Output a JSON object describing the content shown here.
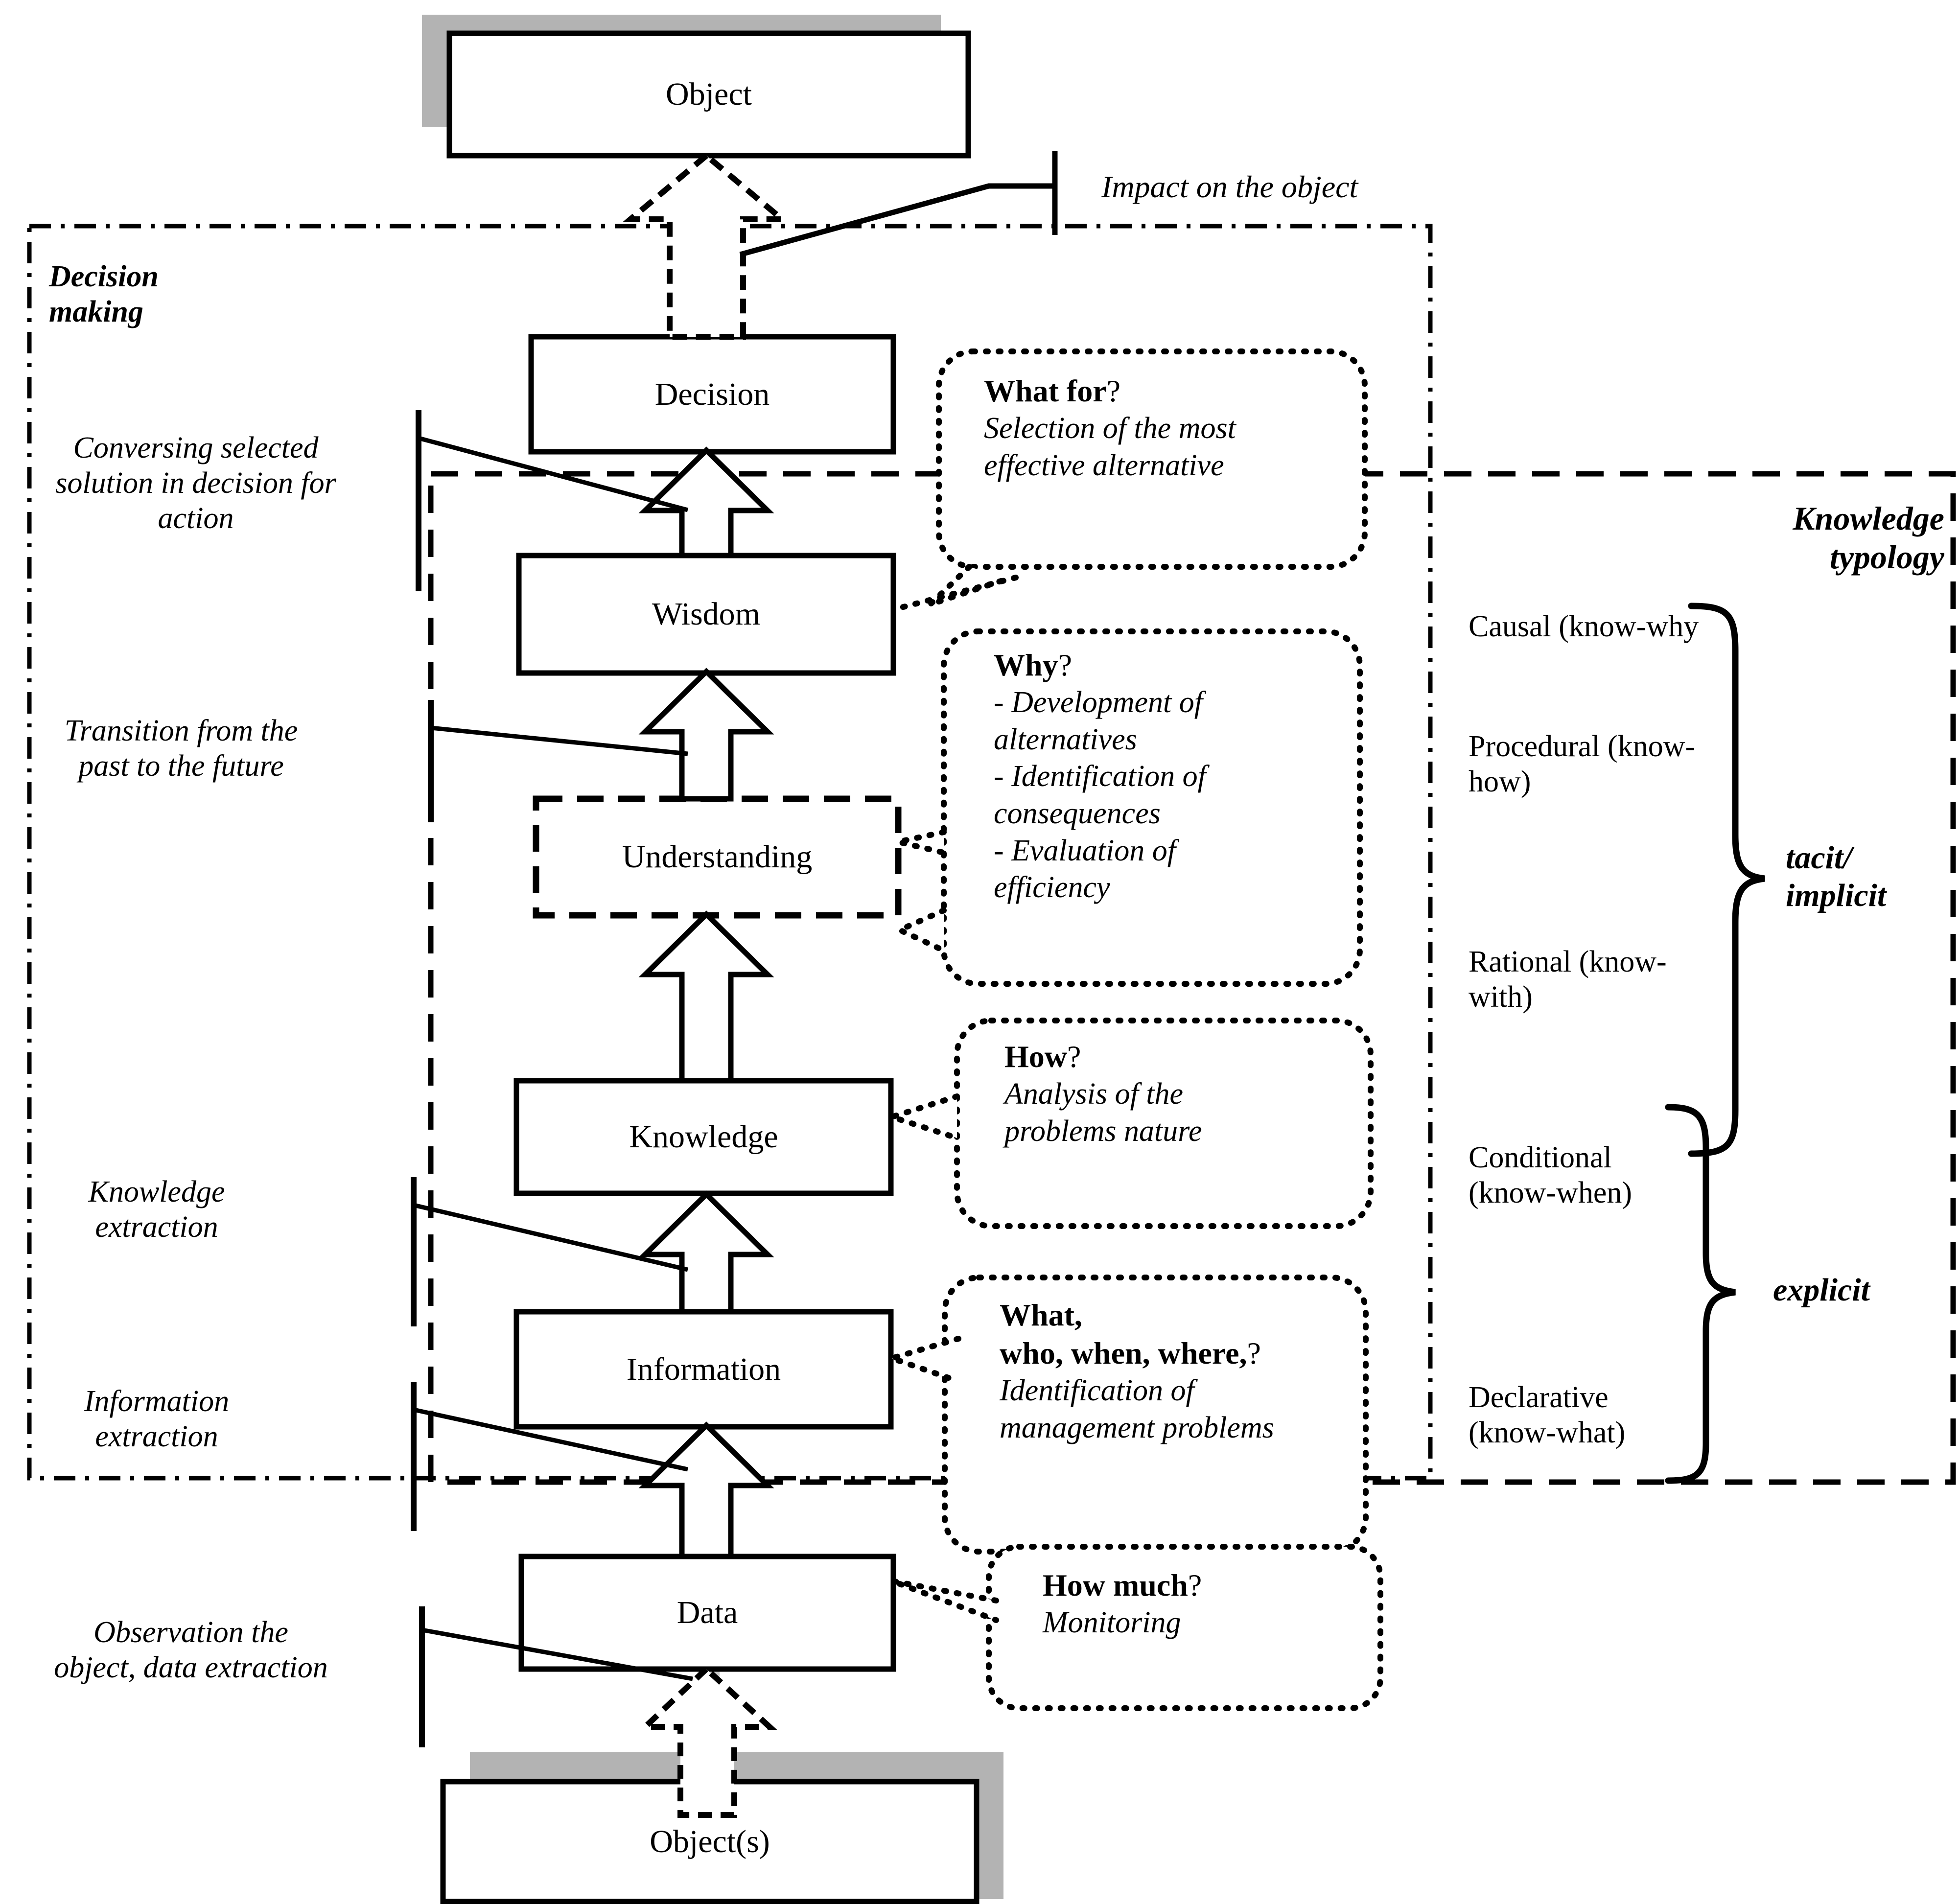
{
  "diagram": {
    "title": "DIKW decision-making and knowledge typology diagram",
    "colors": {
      "line": "#000000",
      "shadow": "#b3b3b3",
      "background": "#ffffff"
    }
  },
  "nodes": {
    "object_top": "Object",
    "decision": "Decision",
    "wisdom": "Wisdom",
    "understanding": "Understanding",
    "knowledge": "Knowledge",
    "information": "Information",
    "data": "Data",
    "objects_bottom": "Object(s)"
  },
  "frames": {
    "decision_making": "Decision\nmaking",
    "decision_making_line1": "Decision",
    "decision_making_line2": "making",
    "knowledge_typology_line1": "Knowledge",
    "knowledge_typology_line2": "typology"
  },
  "edge_labels": {
    "impact": "Impact on the object"
  },
  "stage_labels": [
    {
      "id": "conversing",
      "lines": [
        "Conversing selected",
        "solution in decision for",
        "action"
      ]
    },
    {
      "id": "transition",
      "lines": [
        "Transition from the",
        "past to the future"
      ]
    },
    {
      "id": "knowledge-extraction",
      "lines": [
        "Knowledge",
        "extraction"
      ]
    },
    {
      "id": "information-extraction",
      "lines": [
        "Information",
        "extraction"
      ]
    },
    {
      "id": "observation",
      "lines": [
        "Observation the",
        "object, data extraction"
      ]
    }
  ],
  "callouts": [
    {
      "id": "what-for",
      "question": "What for",
      "question_mark": "?",
      "answer_lines": [
        "Selection of the most",
        "effective alternative"
      ],
      "target": "Wisdom"
    },
    {
      "id": "why",
      "question": "Why",
      "question_mark": "?",
      "answer_lines": [
        "- Development of",
        "alternatives",
        "- Identification of",
        "consequences",
        "- Evaluation of",
        "efficiency"
      ],
      "target": "Understanding"
    },
    {
      "id": "how",
      "question": "How",
      "question_mark": "?",
      "answer_lines": [
        "Analysis of the",
        "problems nature"
      ],
      "target": "Knowledge"
    },
    {
      "id": "what-who-when-where",
      "question": "What,\nwho, when, where,",
      "question_line1": "What,",
      "question_line2": "who, when, where,",
      "question_mark": "?",
      "answer_lines": [
        "Identification of",
        "management problems"
      ],
      "target": "Information"
    },
    {
      "id": "how-much",
      "question": "How much",
      "question_mark": "?",
      "answer_lines": [
        "Monitoring"
      ],
      "target": "Data"
    }
  ],
  "typology": {
    "title_line1": "Knowledge",
    "title_line2": "typology",
    "items": [
      {
        "id": "causal",
        "lines": [
          "Causal (know-why"
        ]
      },
      {
        "id": "procedural",
        "lines": [
          "Procedural (know-",
          "how)"
        ]
      },
      {
        "id": "rational",
        "lines": [
          "Rational (know-",
          "with)"
        ]
      },
      {
        "id": "conditional",
        "lines": [
          "Conditional",
          "(know-when)"
        ]
      },
      {
        "id": "declarative",
        "lines": [
          "Declarative",
          "(know-what)"
        ]
      }
    ],
    "groups": [
      {
        "id": "tacit",
        "lines": [
          "tacit/",
          "implicit"
        ]
      },
      {
        "id": "explicit",
        "lines": [
          "explicit"
        ]
      }
    ]
  }
}
